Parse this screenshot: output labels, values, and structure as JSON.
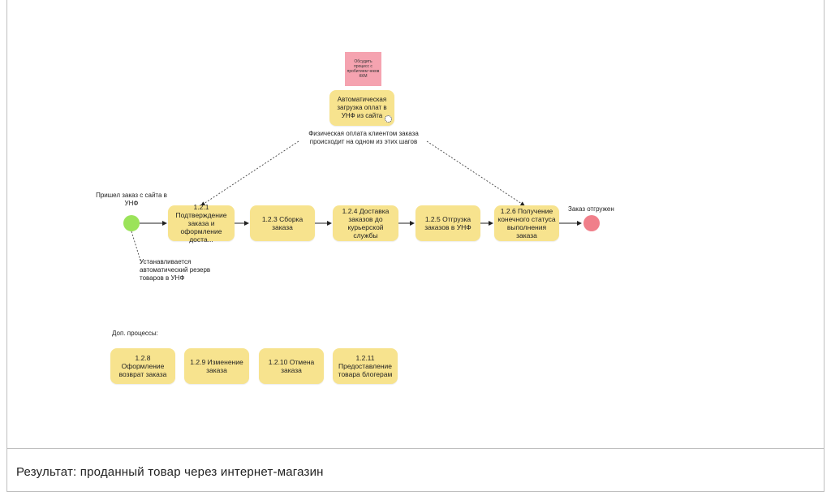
{
  "note_text": "Обсудить процесс с пробитием чеков ККМ",
  "auto_box": "Автоматическая загрузка оплат в УНФ из сайта",
  "payment_label": "Физическая оплата клиентом заказа происходит на одном из этих шагов",
  "start_label": "Пришел заказ с сайта в УНФ",
  "end_label": "Заказ отгружен",
  "reserve_label": "Устанавливается автоматический резерв товаров в УНФ",
  "steps": [
    "1.2.1 Подтверждение заказа и оформление доста...",
    "1.2.3 Сборка заказа",
    "1.2.4 Доставка заказов до курьерской службы",
    "1.2.5 Отгрузка заказов в УНФ",
    "1.2.6 Получение конечного статуса выполнения заказа"
  ],
  "extra_title": "Доп. процессы:",
  "extra": [
    "1.2.8 Оформление возврат заказа",
    "1.2.9 Изменение заказа",
    "1.2.10 Отмена заказа",
    "1.2.11 Предоставление товара блогерам"
  ],
  "result": "Результат: проданный товар через интернет-магазин",
  "colors": {
    "task": "#f7e38e",
    "note": "#f5a3b0",
    "start": "#9be35a",
    "end": "#f07f8a"
  }
}
